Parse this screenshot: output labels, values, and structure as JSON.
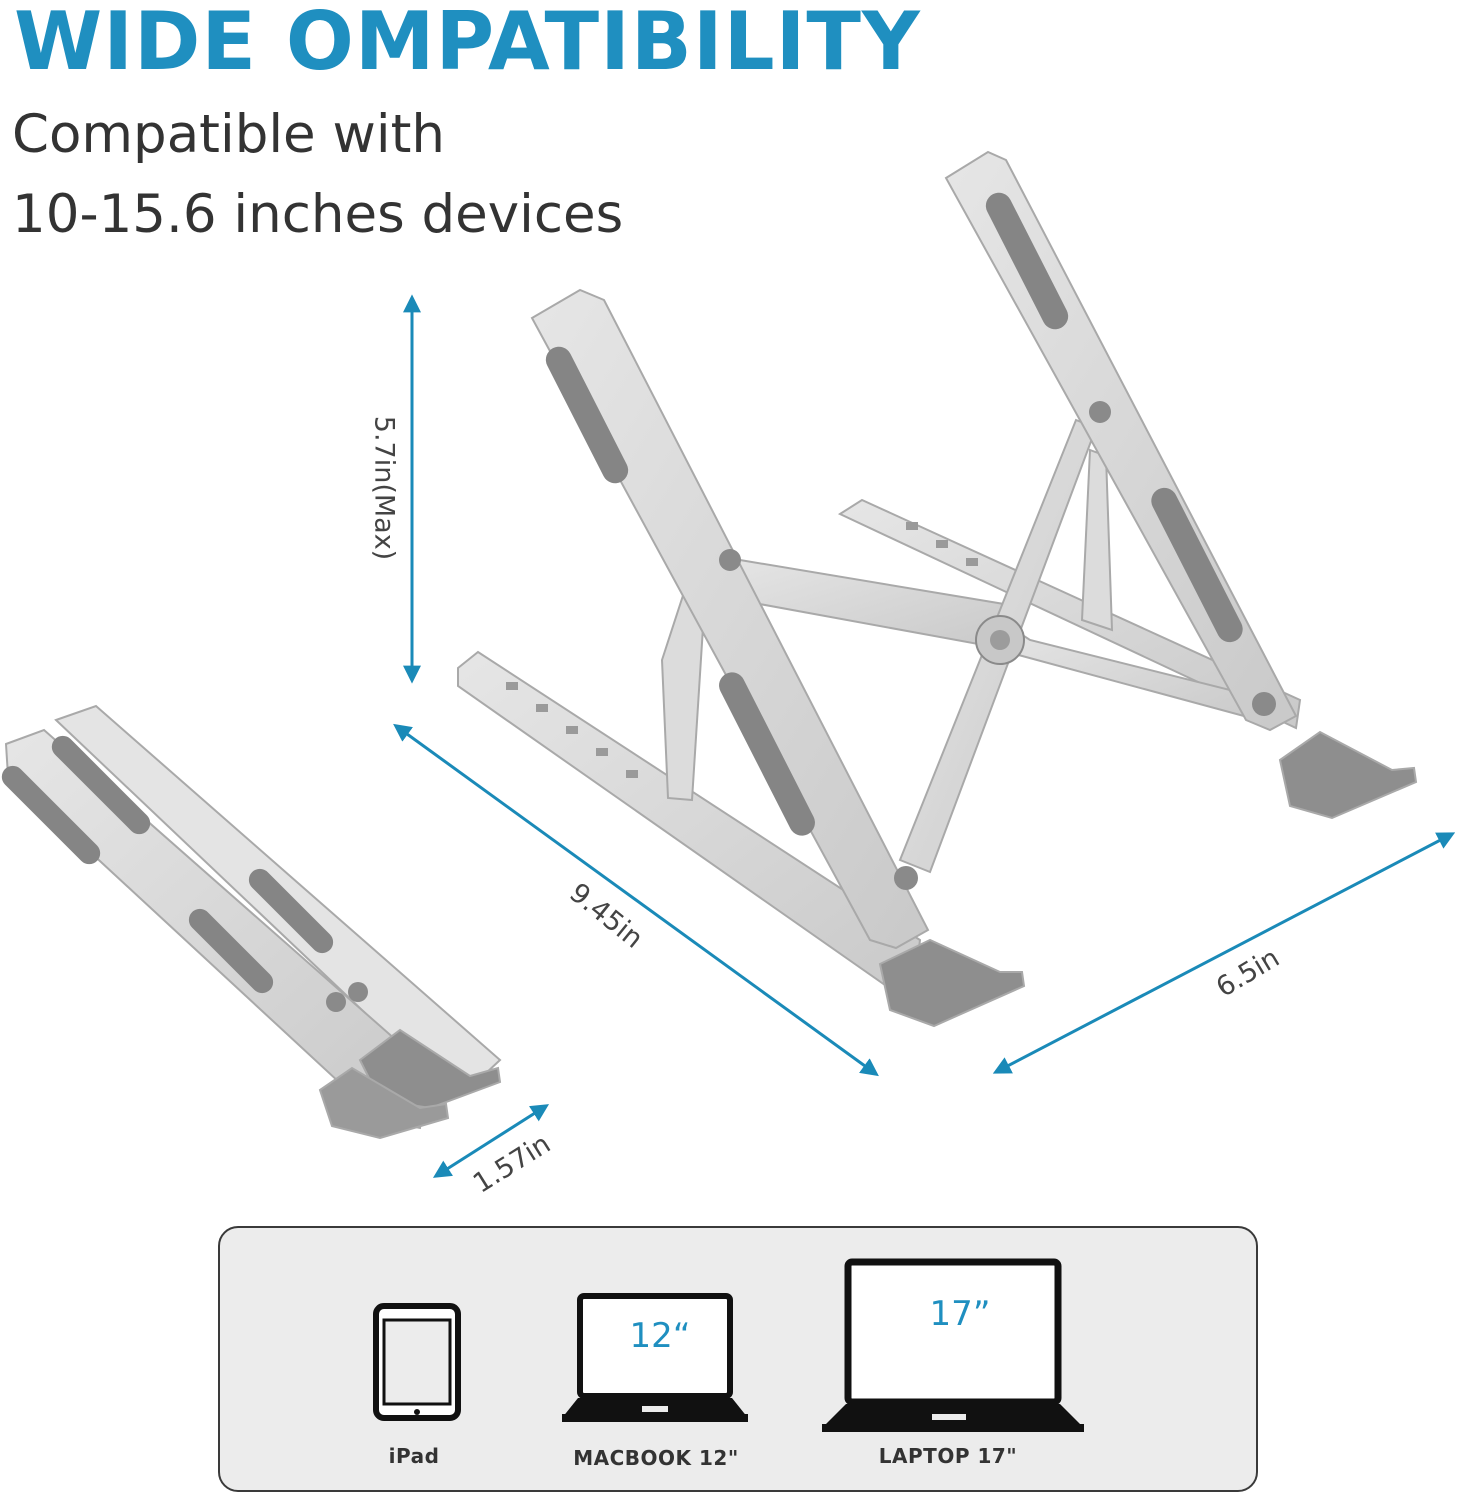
{
  "header": {
    "title": "WIDE OMPATIBILITY",
    "subtitle_line1": "Compatible with",
    "subtitle_line2": "10-15.6 inches devices"
  },
  "dimensions": {
    "height": "5.7in(Max)",
    "length": "9.45in",
    "depth": "6.5in",
    "folded_thickness": "1.57in"
  },
  "devices": [
    {
      "label": "iPad",
      "icon": "tablet-icon"
    },
    {
      "label": "MACBOOK 12\"",
      "screen": "12“",
      "icon": "laptop-icon"
    },
    {
      "label": "LAPTOP 17\"",
      "screen": "17”",
      "icon": "laptop-icon"
    }
  ],
  "colors": {
    "accent": "#1f8fc0",
    "arrow": "#1a8ab8",
    "aluminum": "#d8d8d8",
    "pad": "#8a8a8a"
  }
}
